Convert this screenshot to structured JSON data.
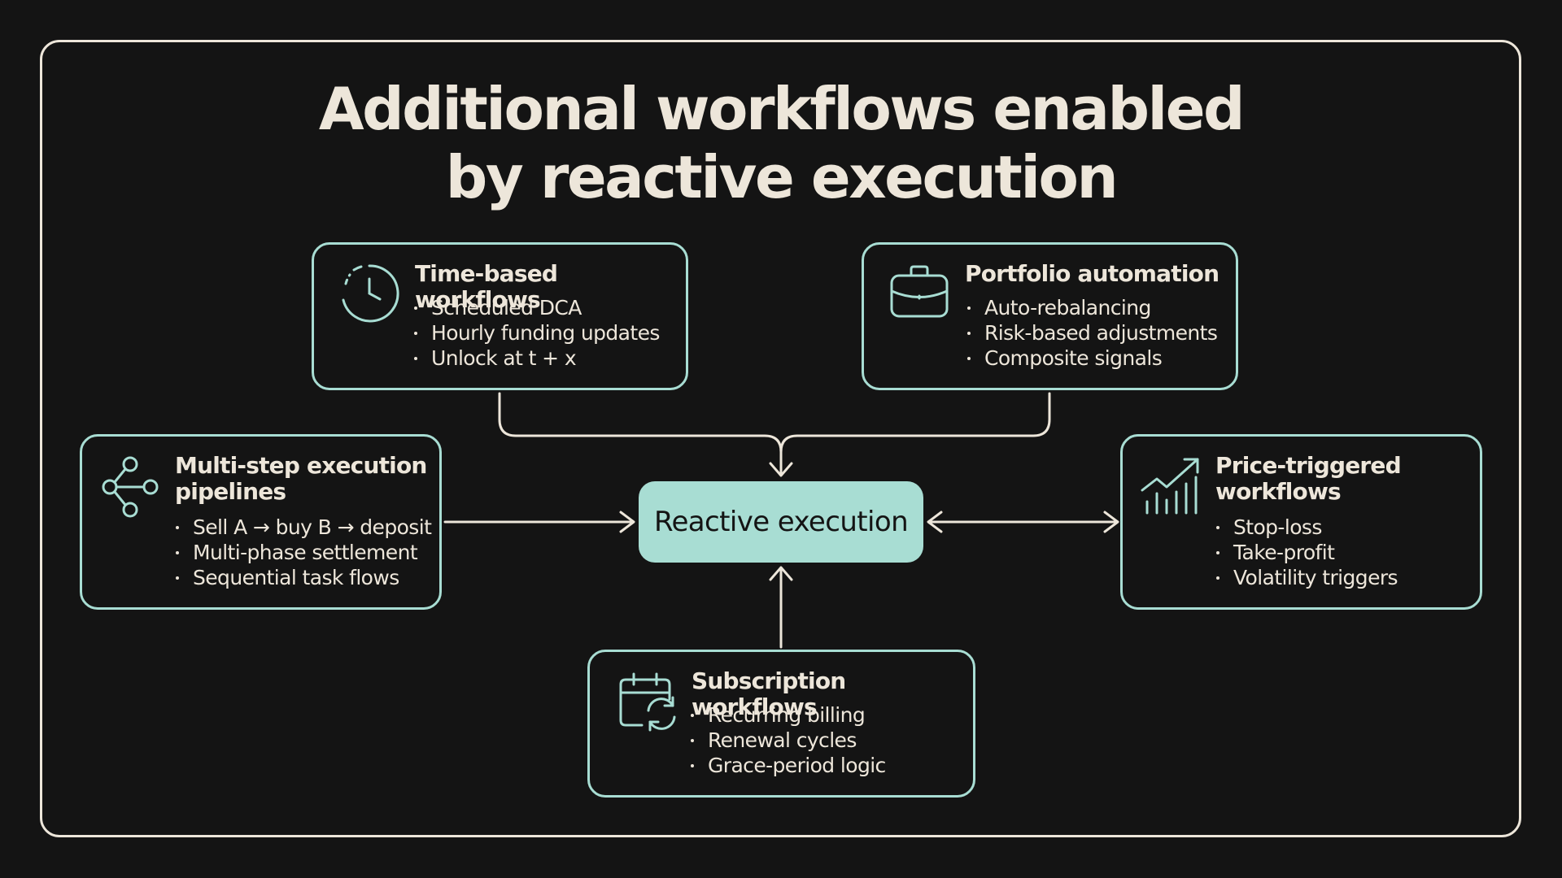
{
  "title": {
    "line1": "Additional workflows enabled",
    "line2": "by reactive execution"
  },
  "center": {
    "label": "Reactive execution"
  },
  "cards": {
    "time_based": {
      "title": "Time-based workflows",
      "icon": "clock-icon",
      "items": [
        "Scheduled DCA",
        "Hourly funding updates",
        "Unlock at t + x"
      ]
    },
    "portfolio": {
      "title": "Portfolio automation",
      "icon": "briefcase-icon",
      "items": [
        "Auto-rebalancing",
        "Risk-based adjustments",
        "Composite signals"
      ]
    },
    "multi_step": {
      "title_line1": "Multi-step execution",
      "title_line2": "pipelines",
      "icon": "pipeline-nodes-icon",
      "items": [
        "Sell A → buy B → deposit",
        "Multi-phase settlement",
        "Sequential task flows"
      ]
    },
    "price_triggered": {
      "title_line1": "Price-triggered",
      "title_line2": "workflows",
      "icon": "trend-chart-icon",
      "items": [
        "Stop-loss",
        "Take-profit",
        "Volatility triggers"
      ]
    },
    "subscription": {
      "title": "Subscription workflows",
      "icon": "calendar-refresh-icon",
      "items": [
        "Recurring billing",
        "Renewal cycles",
        "Grace-period logic"
      ]
    }
  },
  "colors": {
    "background": "#141414",
    "text": "#ede6da",
    "accent": "#a8ddd3"
  }
}
